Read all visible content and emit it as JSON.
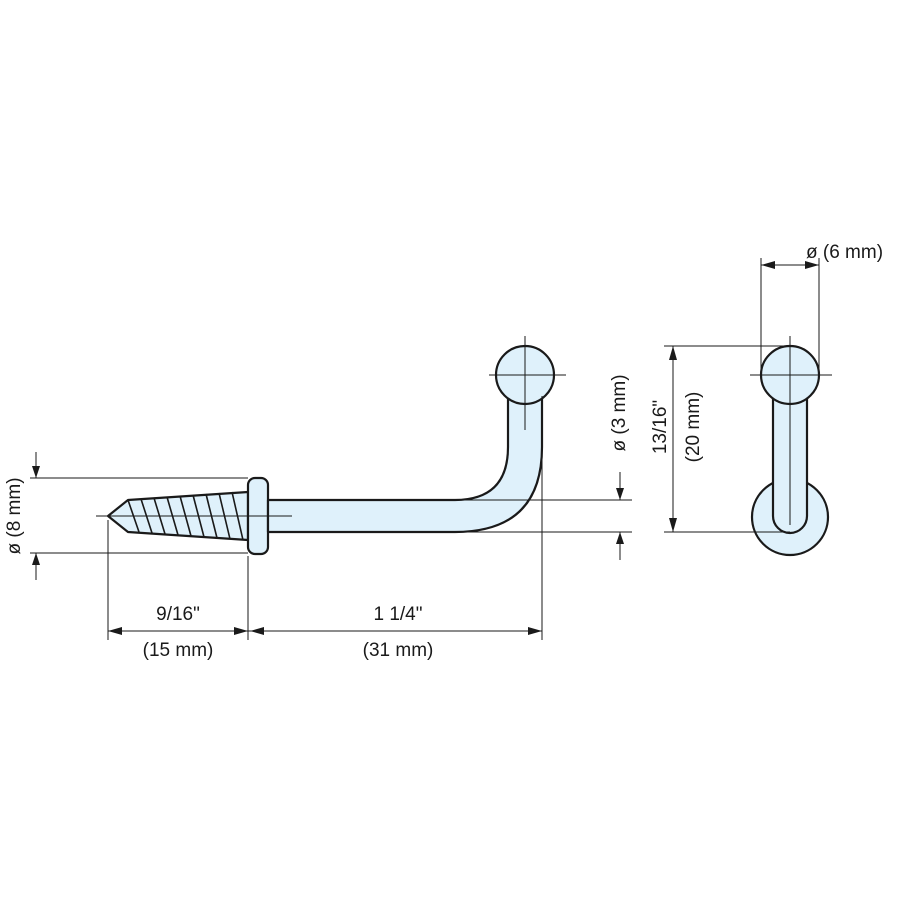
{
  "dimensions": {
    "screw_diameter": "ø (8 mm)",
    "screw_length_in": "9/16\"",
    "screw_length_mm": "(15 mm)",
    "hook_length_in": "1 1/4\"",
    "hook_length_mm": "(31 mm)",
    "wire_diameter": "ø (3 mm)",
    "ball_diameter": "ø (6 mm)",
    "hook_height_in": "13/16\"",
    "hook_height_mm": "(20 mm)"
  },
  "colors": {
    "part_fill": "#dff1fb",
    "line": "#1a1a1a"
  }
}
